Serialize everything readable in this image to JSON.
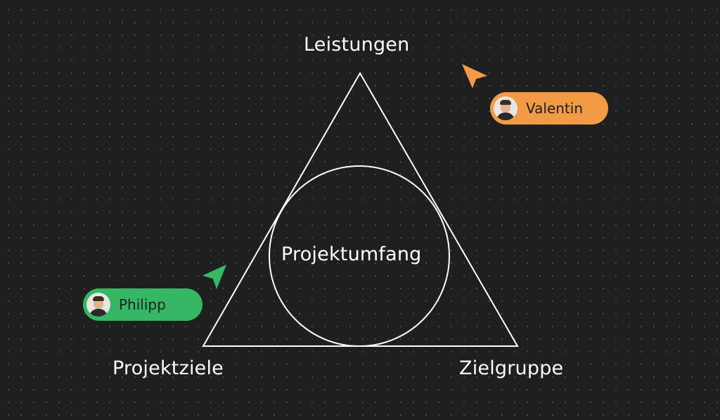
{
  "diagram": {
    "top_label": "Leistungen",
    "left_label": "Projektziele",
    "right_label": "Zielgruppe",
    "center_label": "Projektumfang"
  },
  "cursors": [
    {
      "name": "Valentin",
      "color": "#f29a44",
      "icon": "cursor-arrow-icon"
    },
    {
      "name": "Philipp",
      "color": "#35b866",
      "icon": "cursor-arrow-icon"
    }
  ],
  "colors": {
    "background": "#1f1f1f",
    "line": "#ffffff"
  }
}
